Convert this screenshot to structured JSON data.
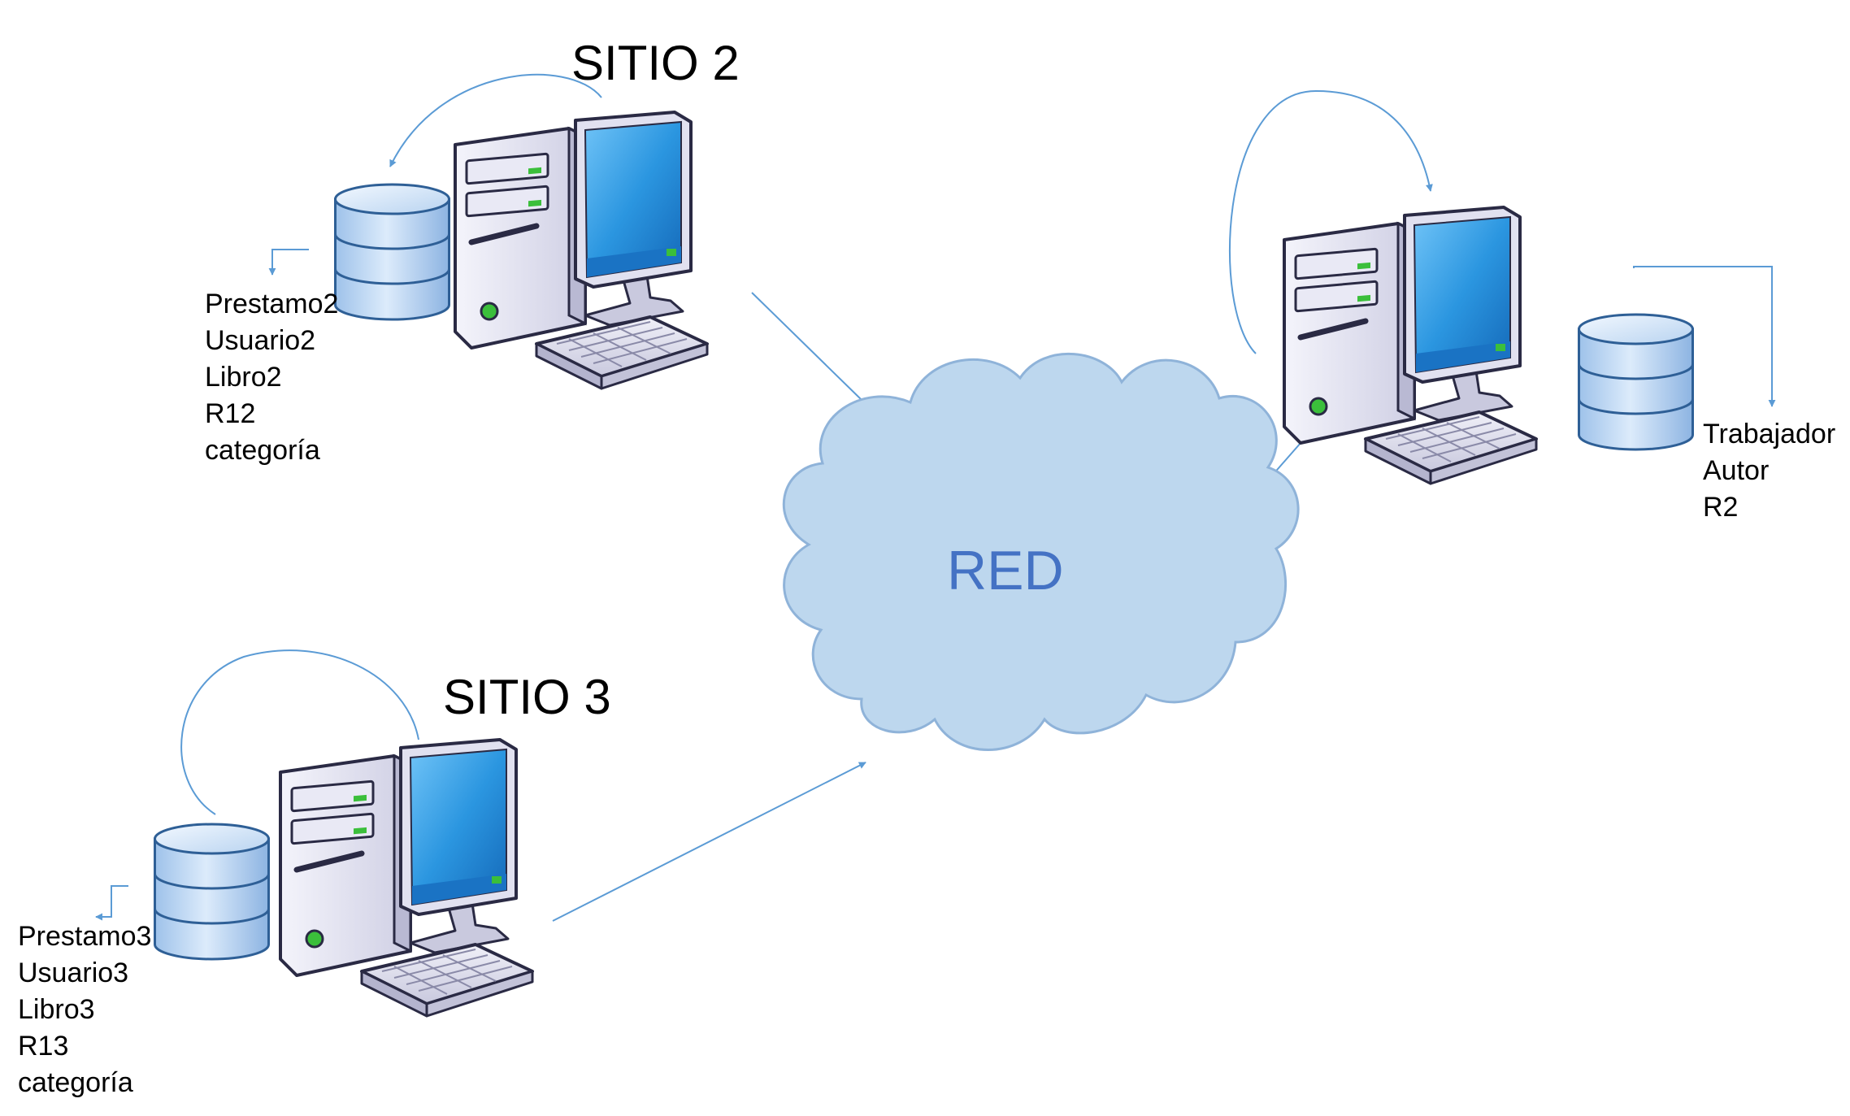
{
  "network": {
    "label": "RED"
  },
  "sites": [
    {
      "title": "SITIO 2",
      "tables": [
        "Prestamo2",
        "Usuario2",
        "Libro2",
        "R12",
        "categoría"
      ]
    },
    {
      "title": "",
      "tables": [
        "Trabajador",
        "Autor",
        "R2"
      ]
    },
    {
      "title": "SITIO 3",
      "tables": [
        "Prestamo3",
        "Usuario3",
        "Libro3",
        "R13",
        "categoría"
      ]
    }
  ],
  "colors": {
    "cloud_fill": "#BDD7EE",
    "cloud_stroke": "#8FB3D9",
    "connector": "#5B9BD5",
    "label": "#4472C4",
    "screen": "#1E86D6",
    "case": "#E4E4F2",
    "db_fill": "#C7DDF5"
  },
  "icons": [
    "computer-icon",
    "database-icon",
    "cloud-icon"
  ]
}
